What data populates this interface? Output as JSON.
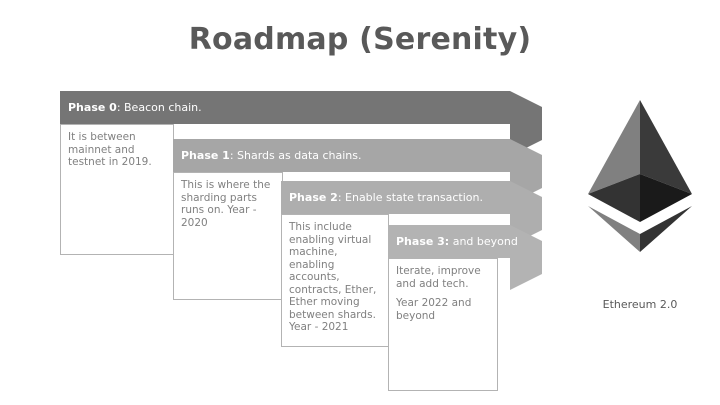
{
  "slide": {
    "title": "Roadmap (Serenity)"
  },
  "phases": [
    {
      "name": "Phase 0",
      "separator": ": ",
      "summary": "Beacon chain.",
      "arrow_color": "#757575",
      "details": [
        "It is between mainnet and testnet in 2019."
      ]
    },
    {
      "name": "Phase 1",
      "separator": ": ",
      "summary": "Shards as data chains.",
      "arrow_color": "#a6a6a6",
      "details": [
        "This is where the sharding parts runs on. Year - 2020"
      ]
    },
    {
      "name": "Phase 2",
      "separator": ": ",
      "summary": "Enable state transaction.",
      "arrow_color": "#aeaeae",
      "details": [
        "This include enabling virtual machine, enabling accounts, contracts, Ether, Ether moving between shards. Year - 2021"
      ]
    },
    {
      "name": "Phase 3:",
      "separator": " ",
      "summary": "and beyond",
      "arrow_color": "#b3b3b3",
      "details": [
        "Iterate, improve and add tech.",
        "Year 2022 and beyond"
      ]
    }
  ],
  "logo": {
    "icon": "ethereum-logo-icon",
    "caption": "Ethereum 2.0",
    "facets": {
      "upper_left": "#808080",
      "upper_right": "#3a3a3a",
      "mid_left": "#333333",
      "mid_right": "#1a1a1a",
      "lower_left": "#808080",
      "lower_right": "#333333"
    }
  }
}
